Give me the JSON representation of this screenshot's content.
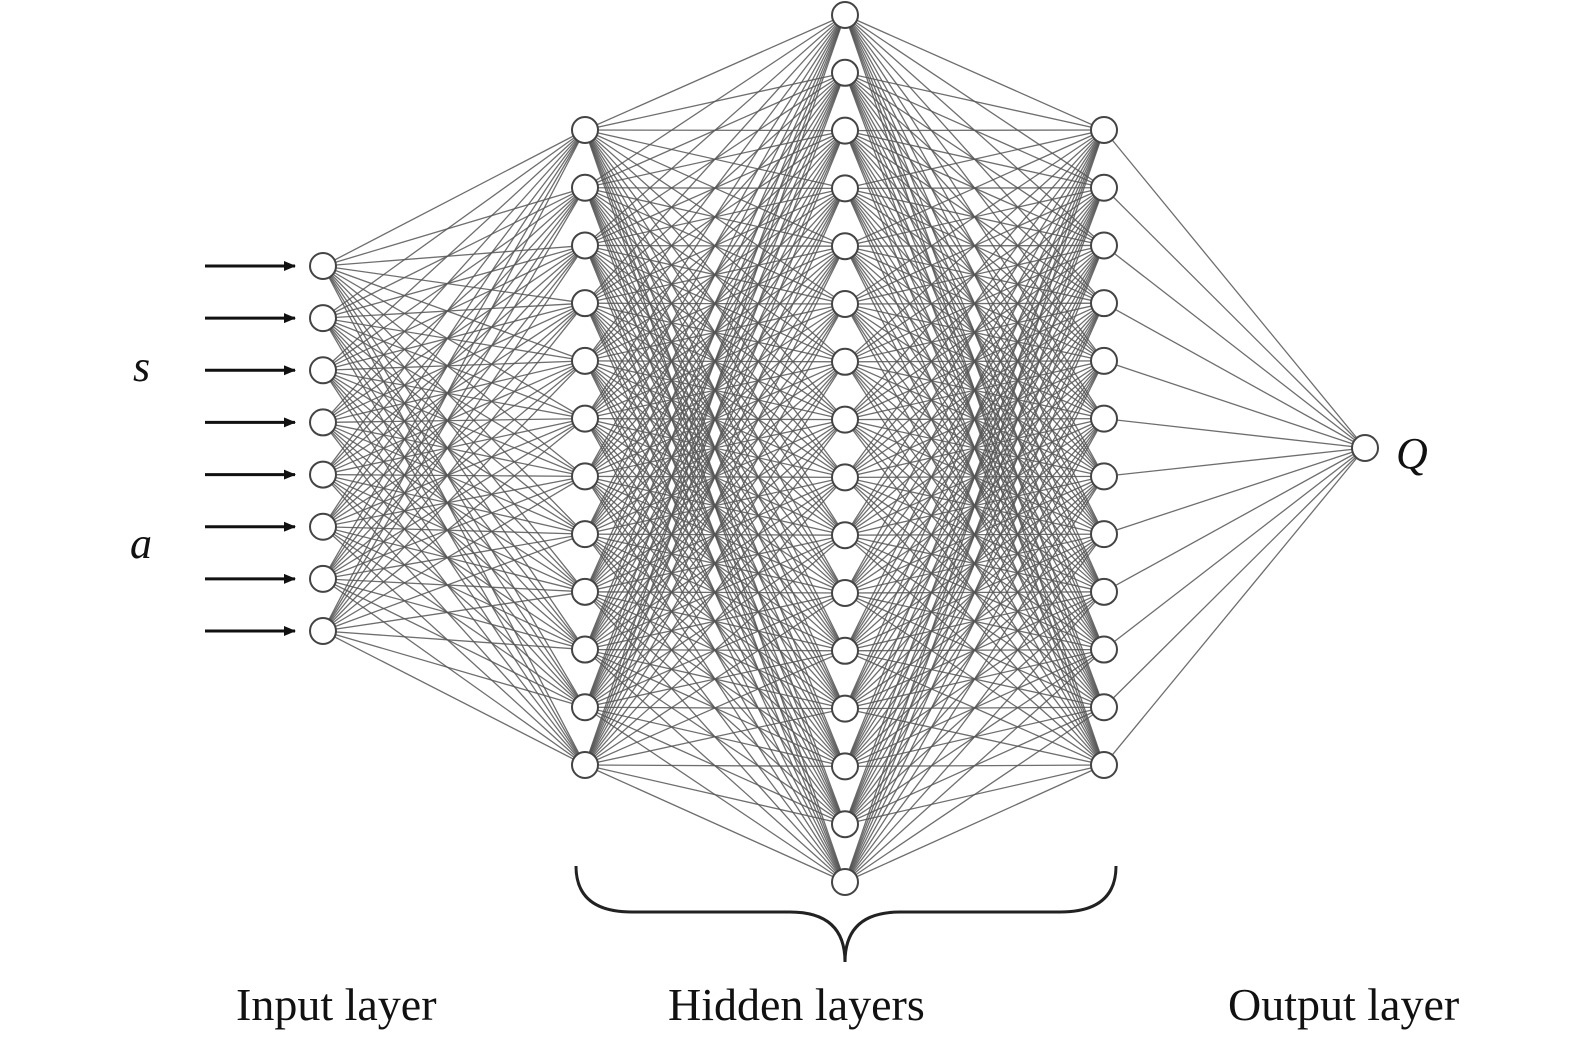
{
  "diagram": {
    "input_variables": [
      "s",
      "a"
    ],
    "output_variable": "Q",
    "layer_labels": {
      "input": "Input layer",
      "hidden": "Hidden layers",
      "output": "Output layer"
    },
    "layers": [
      {
        "role": "input",
        "nodes": 8
      },
      {
        "role": "hidden",
        "nodes": 12
      },
      {
        "role": "hidden",
        "nodes": 16
      },
      {
        "role": "hidden",
        "nodes": 12
      },
      {
        "role": "output",
        "nodes": 1
      }
    ],
    "input_arrows": 8,
    "colors": {
      "edge": "#555555",
      "node_fill": "#ffffff",
      "node_stroke": "#444444",
      "text": "#111111",
      "arrow": "#111111",
      "brace": "#222222"
    }
  }
}
